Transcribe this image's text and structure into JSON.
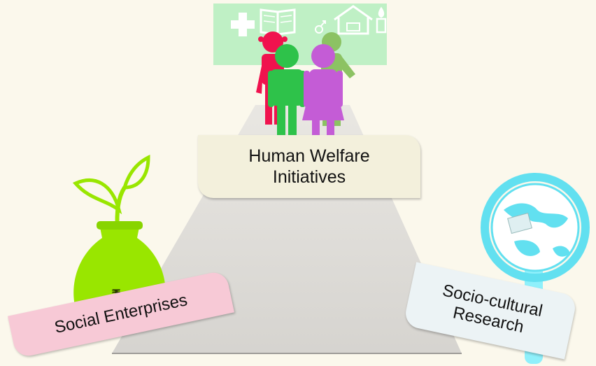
{
  "diagram": {
    "top_label": "Human Welfare\nInitiatives",
    "left_label": "Social Enterprises",
    "right_label": "Socio-cultural\nResearch",
    "currency_symbol": "₹"
  },
  "colors": {
    "background": "#fbf8ec",
    "pyramid": "#dcdad6",
    "banner": "#bff0c5",
    "plant_bag": "#99e600",
    "globe": "#62e0f0",
    "person_pink": "#f0124e",
    "person_green": "#2ec24a",
    "person_purple": "#c45cd6",
    "person_olive": "#8cc263",
    "human_label_bg": "#f3f0dc",
    "social_label_bg": "#f7c9d6",
    "socio_label_bg": "#ecf3f5"
  },
  "icons": [
    "medical-cross-icon",
    "book-icon",
    "venus-mars-icon",
    "house-icon",
    "candle-icon",
    "money-bag-icon",
    "plant-sprout-icon",
    "globe-icon",
    "magnifying-glass-icon"
  ]
}
